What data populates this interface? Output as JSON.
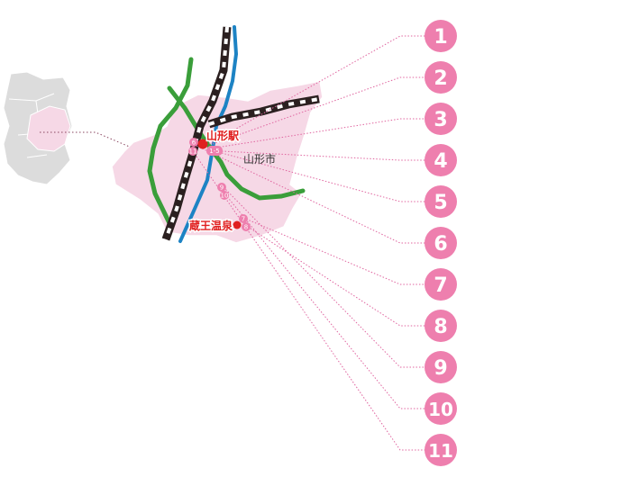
{
  "map": {
    "station_label": "山形駅",
    "city_label": "山形市",
    "onsen_label": "蔵王温泉",
    "range_label": "1-5",
    "callouts": [
      {
        "num": "1"
      },
      {
        "num": "2"
      },
      {
        "num": "3"
      },
      {
        "num": "4"
      },
      {
        "num": "5"
      },
      {
        "num": "6"
      },
      {
        "num": "7"
      },
      {
        "num": "8"
      },
      {
        "num": "9"
      },
      {
        "num": "10"
      },
      {
        "num": "11"
      }
    ],
    "markers": [
      {
        "num": "6"
      },
      {
        "num": "11"
      },
      {
        "num": "9"
      },
      {
        "num": "10"
      },
      {
        "num": "7"
      },
      {
        "num": "8"
      }
    ],
    "colors": {
      "accent_pink": "#ee7fae",
      "region_pink": "#f6d8e6",
      "neighbor_gray": "#dcdcdc",
      "highway_green": "#3a9e3a",
      "river_blue": "#1d83c4",
      "railway": "#2b2020",
      "label_red": "#e02020"
    }
  }
}
